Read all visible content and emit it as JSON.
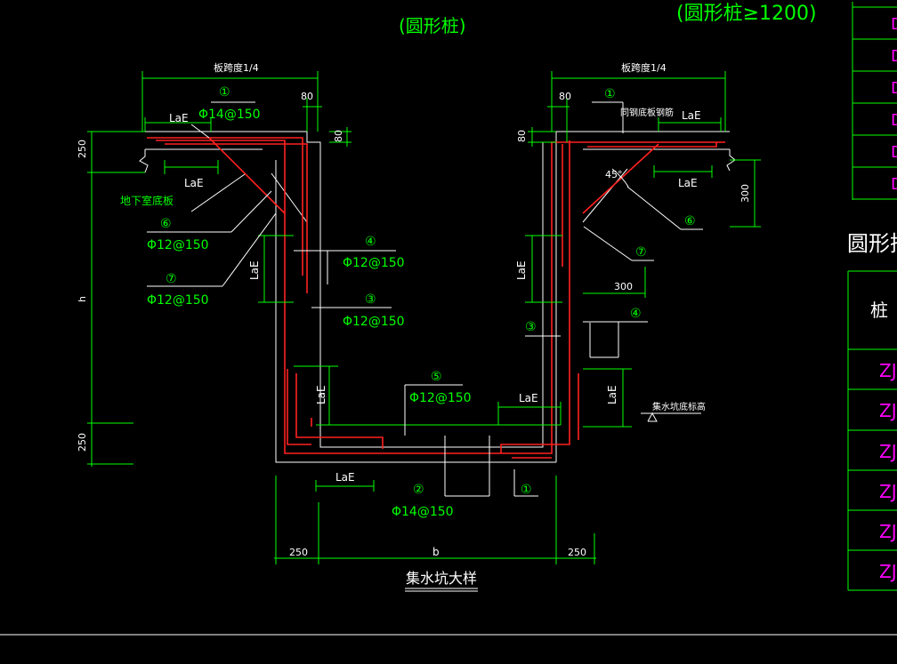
{
  "header": {
    "left_title": "(圆形桩)",
    "right_title": "(圆形桩≥1200)"
  },
  "table": {
    "title": "圆形挖孔",
    "head": "桩",
    "rows": [
      "ZJ",
      "ZJ",
      "ZJ",
      "ZJ",
      "ZJ",
      "ZJ"
    ],
    "top_cells": [
      "D",
      "D",
      "D",
      "D",
      "D",
      "D"
    ]
  },
  "drawing": {
    "caption": "集水坑大样",
    "span_left": "板跨度1/4",
    "span_right": "板跨度1/4",
    "dim_80": "80",
    "dim_250": "250",
    "dim_300": "300",
    "dim_h": "h",
    "dim_b": "b",
    "lae": "LaE",
    "angle": "45°",
    "slab_label": "地下室底板",
    "bar_label_left": "同钢底板钢筋",
    "pit_bottom_label": "集水坑底标高",
    "marks": [
      "①",
      "②",
      "③",
      "④",
      "⑤",
      "⑥",
      "⑦"
    ],
    "spec_14": "Φ14@150",
    "spec_12": "Φ12@150"
  }
}
